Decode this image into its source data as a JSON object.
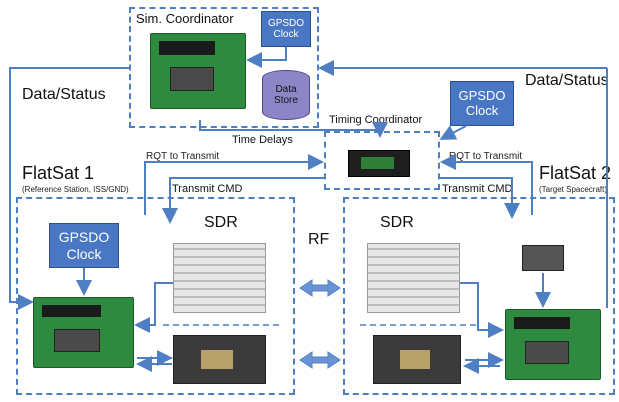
{
  "sim_coordinator": {
    "title": "Sim. Coordinator",
    "gpsdo": "GPSDO Clock",
    "data_store": "Data Store"
  },
  "gpsdo_label": "GPSDO Clock",
  "data_status_left": "Data/Status",
  "data_status_right": "Data/Status",
  "time_delays": "Time Delays",
  "timing_coordinator": "Timing Coordinator",
  "rqt_left": "RQT to Transmit",
  "rqt_right": "RQT to Transmit",
  "transmit_left": "Transmit CMD",
  "transmit_right": "Transmit CMD",
  "flatsat1": {
    "title": "FlatSat 1",
    "subtitle": "(Reference Station, ISS/GND)"
  },
  "flatsat2": {
    "title": "FlatSat 2",
    "subtitle": "(Target Spacecraft)"
  },
  "sdr": "SDR",
  "rf": "RF"
}
